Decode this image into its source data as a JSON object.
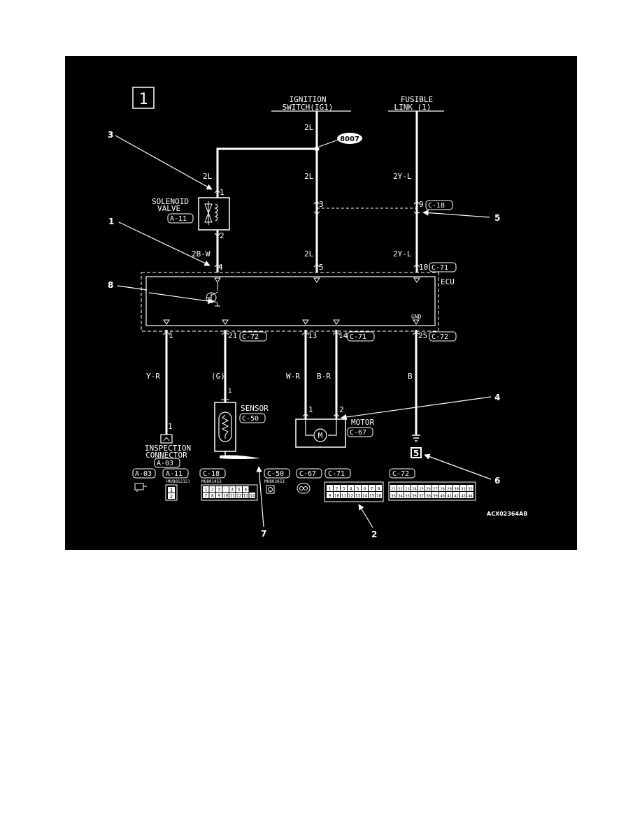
{
  "page_number": "1",
  "headers": {
    "ignition_line1": "IGNITION",
    "ignition_line2": "SWITCH(IG1)",
    "fusible_line1": "FUSIBLE",
    "fusible_line2": "LINK (1)"
  },
  "splice": "8007",
  "wires": {
    "ign_top": "2L",
    "sol_upper": "2L",
    "ign_mid": "2L",
    "fus_upper": "2Y-L",
    "sol_lower": "2B-W",
    "ign_lower": "2L",
    "fus_lower": "2Y-L",
    "inspection": "Y-R",
    "sensor": "(G)",
    "motor_1": "W-R",
    "motor_2": "B-R",
    "ground": "B"
  },
  "pins": {
    "sol_1": "1",
    "sol_2": "2",
    "ecu_4": "4",
    "ign_3": "3",
    "ecu_5": "5",
    "fus_9": "9",
    "ecu_10": "10",
    "ecu_1": "1",
    "ecu_21": "21",
    "ecu_13": "13",
    "ecu_14": "14",
    "ecu_25": "25",
    "sensor_1": "1",
    "inspection_1": "1",
    "motor_1": "1",
    "motor_2": "2",
    "gnd": "GND"
  },
  "connectors": {
    "c18_top": "C-18",
    "c71_top": "C-71",
    "c72_21": "C-72",
    "c71_14": "C-71",
    "c72_25": "C-72",
    "a11": "A-11",
    "c50": "C-50",
    "c67": "C-67",
    "a03": "A-03"
  },
  "components": {
    "solenoid_line1": "SOLENOID",
    "solenoid_line2": "VALVE",
    "ecu": "ECU",
    "sensor": "SENSOR",
    "motor": "MOTOR",
    "inspection_line1": "INSPECTION",
    "inspection_line2": "CONNECTOR",
    "ground_point": "5"
  },
  "callouts": [
    "1",
    "2",
    "3",
    "4",
    "5",
    "6",
    "7",
    "8"
  ],
  "legend": {
    "items": [
      "A-03",
      "A-11",
      "C-18",
      "C-50",
      "C-67",
      "C-71",
      "C-72"
    ],
    "part_a11": "(MU801212)",
    "part_c18": "MU801453",
    "part_c50": "MU802653",
    "c18_row1": [
      "1",
      "2",
      "3",
      "",
      "4",
      "5",
      "6"
    ],
    "c18_row2": [
      "7",
      "8",
      "9",
      "10",
      "11",
      "12",
      "13",
      "14"
    ],
    "a11_pins": [
      "1",
      "2"
    ],
    "c71_row1": [
      "1",
      "2",
      "3",
      "4",
      "5",
      "6",
      "7",
      "8"
    ],
    "c71_row2": [
      "9",
      "10",
      "11",
      "12",
      "13",
      "14",
      "15",
      "16"
    ],
    "c72_row1": [
      "21",
      "22",
      "23",
      "24",
      "25",
      "26",
      "27",
      "28",
      "29",
      "30",
      "31",
      "32"
    ],
    "c72_row2": [
      "33",
      "34",
      "35",
      "36",
      "37",
      "38",
      "39",
      "40",
      "41",
      "42",
      "43",
      "44"
    ]
  },
  "figure_code": "ACX02364AB",
  "colors": {
    "background": "#000000",
    "foreground": "#ffffff",
    "page": "#ffffff"
  }
}
